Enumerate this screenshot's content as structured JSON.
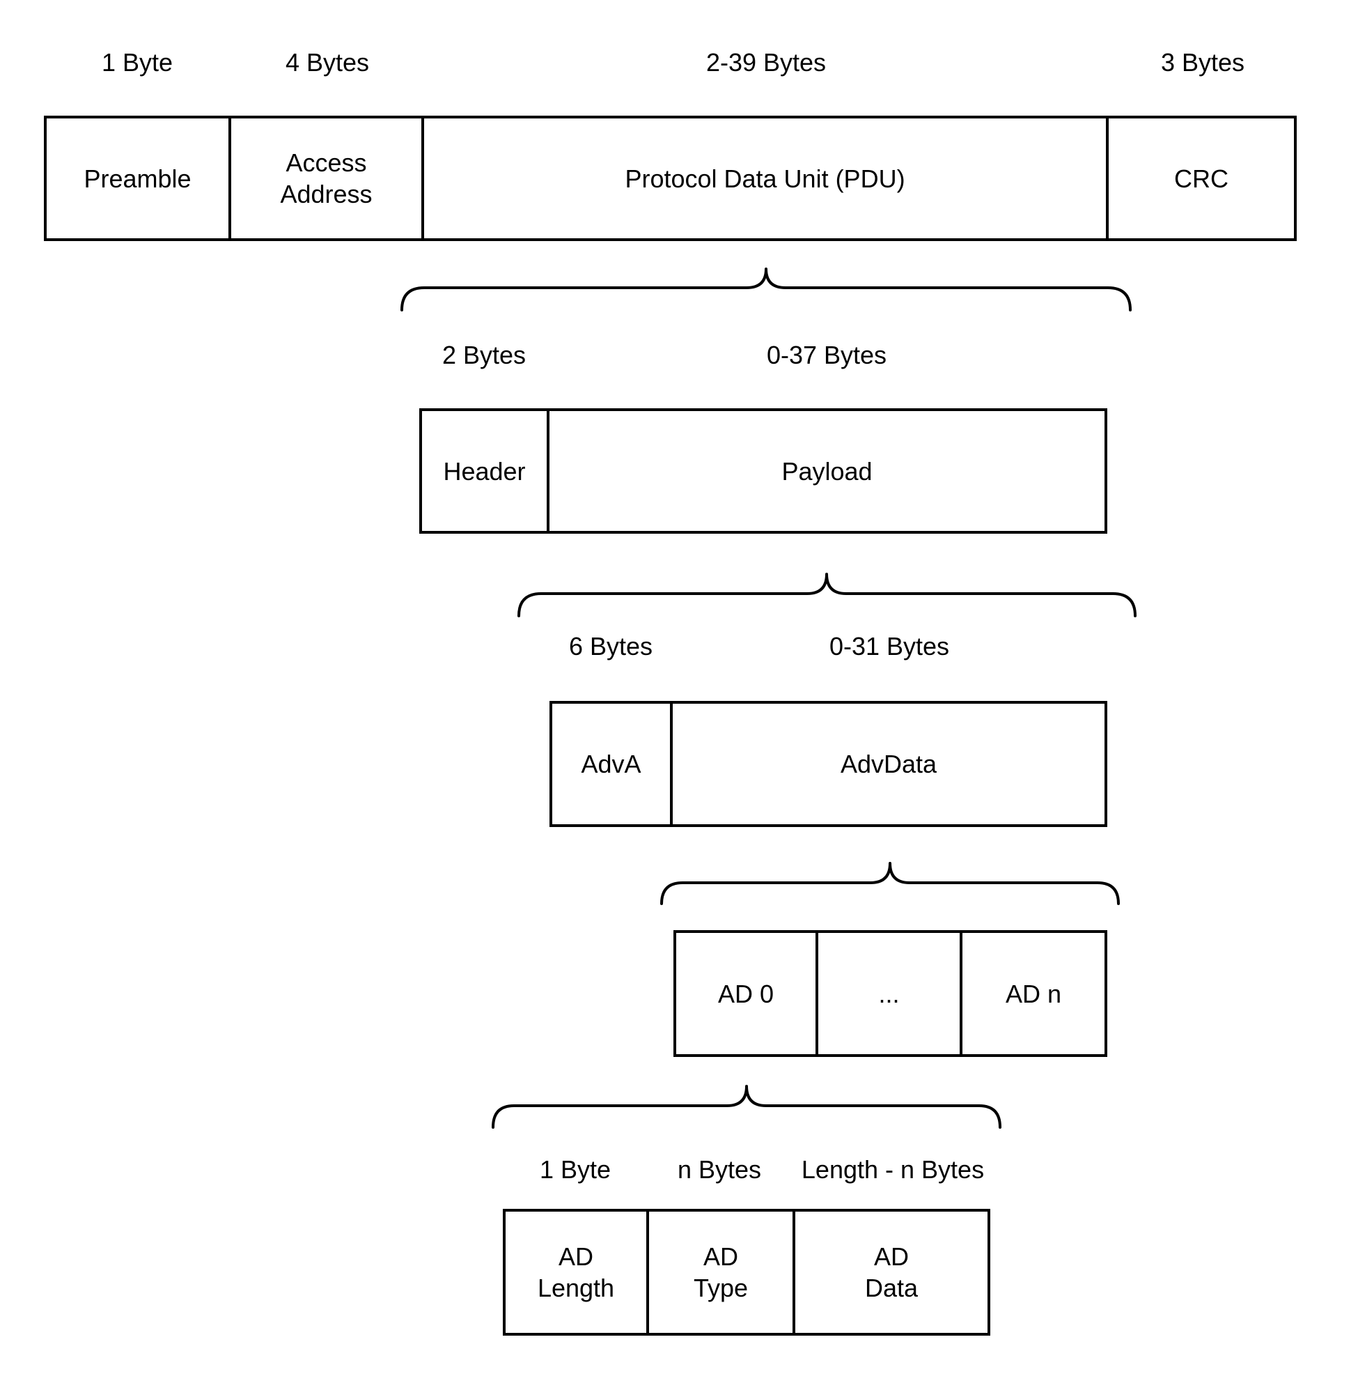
{
  "packet_row": {
    "size_labels": [
      "1 Byte",
      "4 Bytes",
      "2-39 Bytes",
      "3 Bytes"
    ],
    "boxes": [
      "Preamble",
      "Access\nAddress",
      "Protocol Data Unit (PDU)",
      "CRC"
    ]
  },
  "pdu_row": {
    "size_labels": [
      "2 Bytes",
      "0-37 Bytes"
    ],
    "boxes": [
      "Header",
      "Payload"
    ]
  },
  "payload_row": {
    "size_labels": [
      "6 Bytes",
      "0-31 Bytes"
    ],
    "boxes": [
      "AdvA",
      "AdvData"
    ]
  },
  "advdata_row": {
    "boxes": [
      "AD 0",
      "...",
      "AD n"
    ]
  },
  "ad_structure_row": {
    "size_labels": [
      "1 Byte",
      "n Bytes",
      "Length - n Bytes"
    ],
    "boxes": [
      "AD\nLength",
      "AD\nType",
      "AD\nData"
    ]
  }
}
